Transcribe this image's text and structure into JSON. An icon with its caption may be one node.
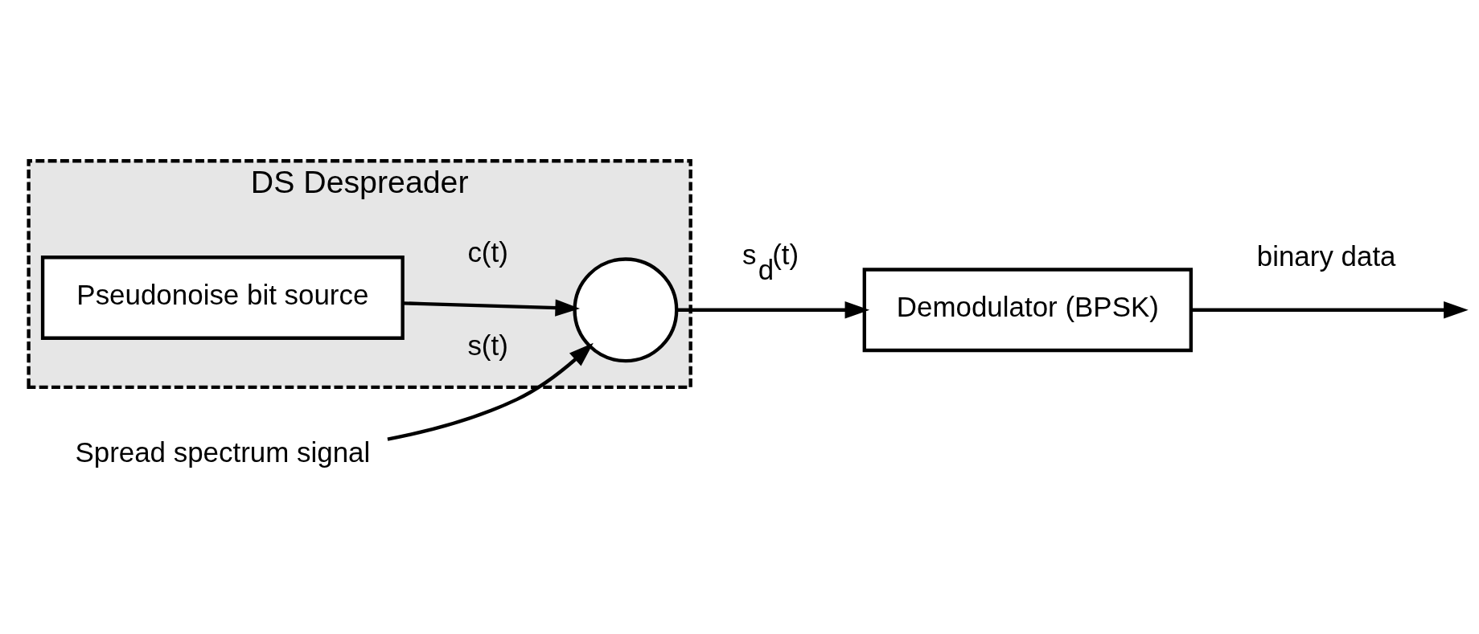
{
  "diagram": {
    "nodes": [
      {
        "text": [
          "DS Despreader"
        ]
      },
      {
        "text": [
          "Spread spectrum signal"
        ]
      },
      {
        "text": [],
        "shape": "circle",
        "in": 0
      },
      {
        "text": [
          "Pseudonoise bit source"
        ],
        "in": 0
      },
      {
        "text": [
          "Demodulator (BPSK)"
        ]
      }
    ],
    "edges": [
      {
        "from": 1,
        "to": 2,
        "arrow": "to",
        "label": "s(t)"
      },
      {
        "from": 3,
        "to": 2,
        "arrow": "to",
        "label": "c(t)"
      },
      {
        "from": 2,
        "to": 4,
        "arrow": "to",
        "label": "s$_{d}$(t)"
      },
      {
        "from": 4,
        "to": null,
        "arrow": "to",
        "label": "binary data"
      }
    ]
  }
}
